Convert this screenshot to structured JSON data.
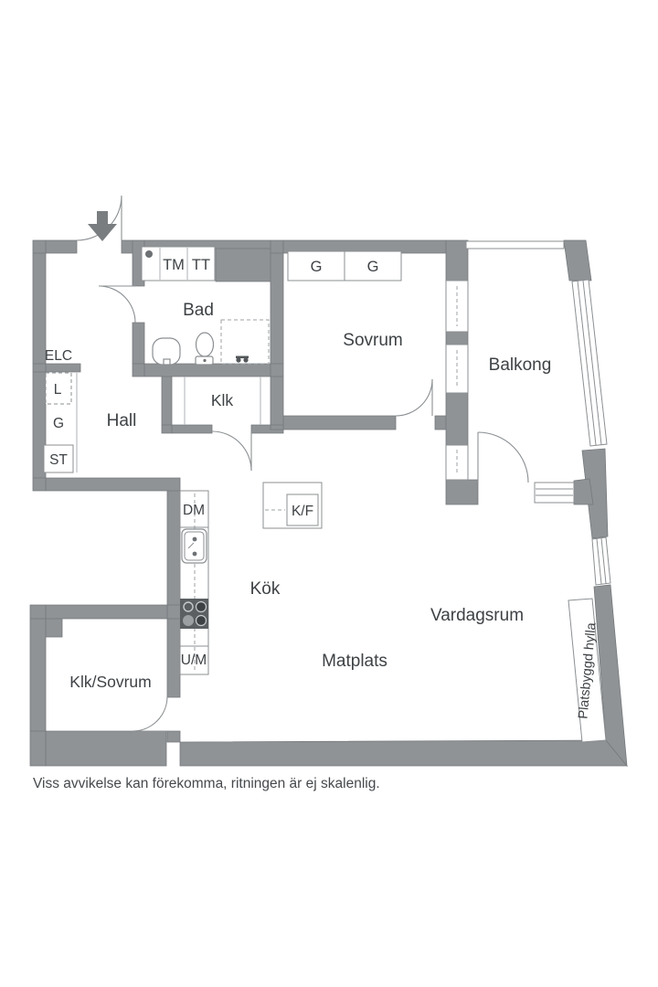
{
  "colors": {
    "wall": "#8f9396",
    "outline": "#75797c",
    "text": "#3e4245",
    "caption_text": "#46494c",
    "arrow": "#797d80",
    "stove": "#5b5f62",
    "background": "#ffffff"
  },
  "rooms": {
    "hall": "Hall",
    "bad": "Bad",
    "klk": "Klk",
    "sovrum": "Sovrum",
    "balkong": "Balkong",
    "kok": "Kök",
    "matplats": "Matplats",
    "vardagsrum": "Vardagsrum",
    "klk_sovrum": "Klk/Sovrum"
  },
  "closets": {
    "tm": "TM",
    "tt": "TT",
    "g1": "G",
    "g2": "G",
    "elc": "ELC",
    "l": "L",
    "g3": "G",
    "st": "ST"
  },
  "kitchen": {
    "dm": "DM",
    "um": "U/M",
    "kf": "K/F"
  },
  "shelf": {
    "label": "Platsbyggd hylla"
  },
  "caption": "Viss avvikelse kan förekomma, ritningen är ej skalenlig."
}
